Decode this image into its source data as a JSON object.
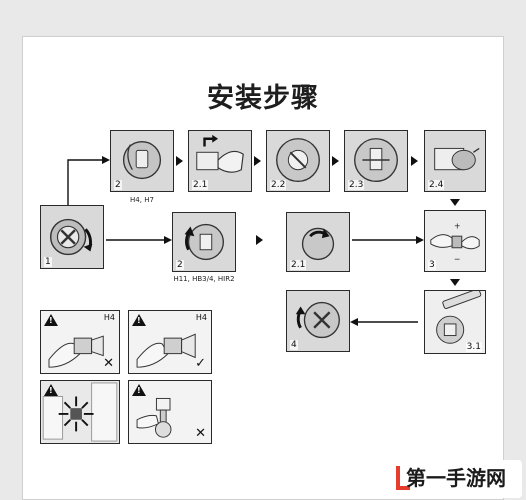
{
  "title": "安装步骤",
  "steps": {
    "s1": "1",
    "s2a": "2",
    "s2_1a": "2.1",
    "s2_2": "2.2",
    "s2_3": "2.3",
    "s2_4": "2.4",
    "s2b": "2",
    "s2_1b": "2.1",
    "s3": "3",
    "s3_1": "3.1",
    "s4": "4"
  },
  "captions": {
    "h4h7": "H4, H7",
    "h11": "H11, HB3/4, HIR2"
  },
  "warnings": {
    "mark": "!",
    "w1_label": "H4",
    "w1_verdict": "✕",
    "w2_label": "H4",
    "w2_verdict": "✓",
    "w3_label": "",
    "w4_verdict": "✕"
  },
  "watermark": "第一手游网",
  "colors": {
    "ink": "#1e1e1e",
    "panel": "#d9d9d9",
    "watermark_red": "#e53c2e"
  }
}
